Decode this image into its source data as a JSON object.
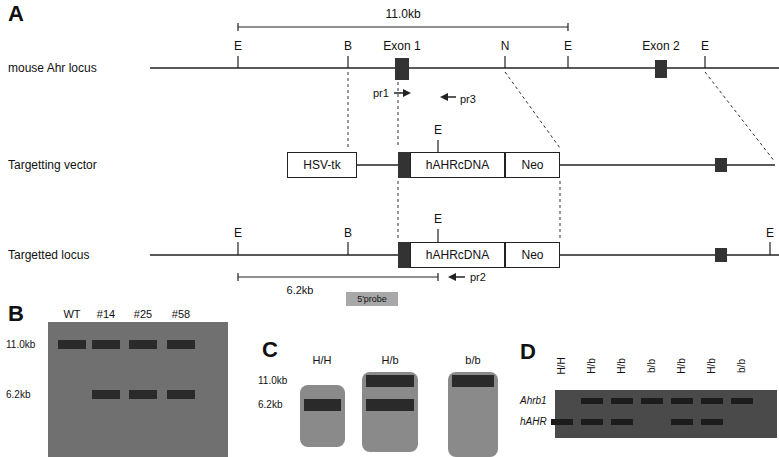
{
  "diagram": {
    "nodes": [
      {
        "text": [
          "HSV-tk"
        ]
      },
      {
        "text": [
          "hAHRcDNA"
        ]
      },
      {
        "text": [
          "Neo"
        ]
      },
      {
        "text": [
          "hAHRcDNA"
        ]
      },
      {
        "text": [
          "Neo"
        ]
      },
      {
        "text": [
          "5'probe"
        ]
      }
    ],
    "labels": [
      "A",
      "11.0kb",
      "E",
      "B",
      "Exon 1",
      "N",
      "E",
      "Exon 2",
      "E",
      "mouse Ahr locus",
      "pr1",
      "pr3",
      "Targetting vector",
      "E",
      "Targetted locus",
      "E",
      "B",
      "E",
      "E",
      "6.2kb",
      "pr2",
      "B",
      "WT",
      "#14",
      "#25",
      "#58",
      "11.0kb",
      "6.2kb",
      "C",
      "H/H",
      "H/b",
      "b/b",
      "11.0kb",
      "6.2kb",
      "D",
      "H/H",
      "H/b",
      "H/b",
      "b/b",
      "H/b",
      "H/b",
      "b/b",
      "Ahrb1",
      "hAHR"
    ]
  }
}
